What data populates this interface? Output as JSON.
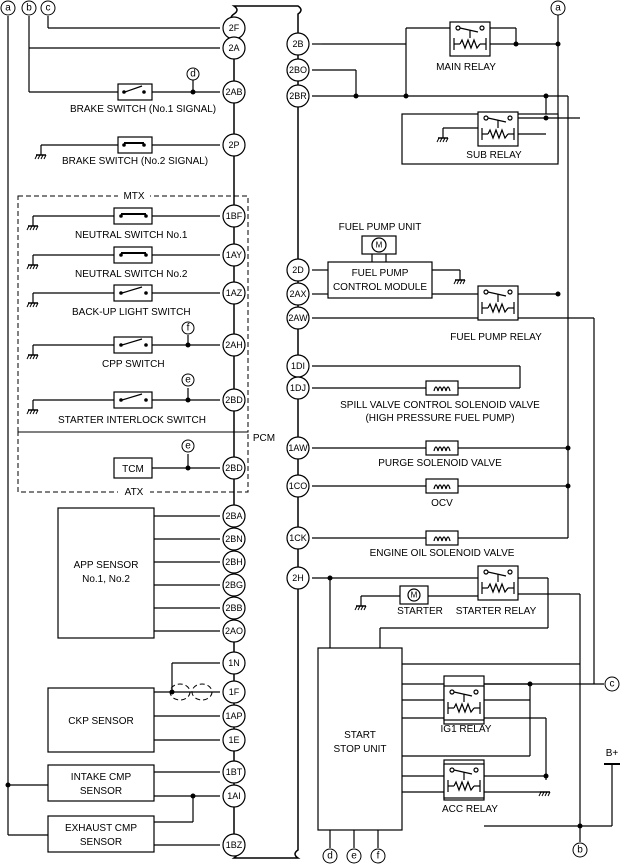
{
  "connectors_top": [
    "a",
    "b",
    "c"
  ],
  "connector_right_top": "a",
  "connector_right_c": "c",
  "connector_bottom": [
    "d",
    "e",
    "f"
  ],
  "connector_bottom_b": "b",
  "pcm_label": "PCM",
  "mtx_label": "MTX",
  "atx_label": "ATX",
  "pins_left": [
    "2F",
    "2A",
    "2AB",
    "2P",
    "1BF",
    "1AY",
    "1AZ",
    "2AH",
    "2BD",
    "2BD",
    "2BA",
    "2BN",
    "2BH",
    "2BG",
    "2BB",
    "2AO",
    "1N",
    "1F",
    "1AP",
    "1E",
    "1BT",
    "1AI",
    "1BZ"
  ],
  "pins_right": [
    "2B",
    "2BO",
    "2BR",
    "2D",
    "2AX",
    "2AW",
    "1DI",
    "1DJ",
    "1AW",
    "1CO",
    "1CK",
    "2H"
  ],
  "left_components": {
    "brake1": "BRAKE SWITCH (No.1 SIGNAL)",
    "brake2": "BRAKE SWITCH (No.2 SIGNAL)",
    "neutral1": "NEUTRAL SWITCH No.1",
    "neutral2": "NEUTRAL SWITCH No.2",
    "backup": "BACK-UP LIGHT SWITCH",
    "cpp": "CPP SWITCH",
    "starter_interlock": "STARTER INTERLOCK SWITCH",
    "tcm": "TCM",
    "app_sensor": [
      "APP SENSOR",
      "No.1, No.2"
    ],
    "ckp_sensor": "CKP SENSOR",
    "intake_cmp": [
      "INTAKE CMP",
      "SENSOR"
    ],
    "exhaust_cmp": [
      "EXHAUST CMP",
      "SENSOR"
    ]
  },
  "right_components": {
    "main_relay": "MAIN RELAY",
    "sub_relay": "SUB RELAY",
    "fuel_pump_unit": "FUEL PUMP UNIT",
    "fpcm": [
      "FUEL PUMP",
      "CONTROL MODULE"
    ],
    "fuel_pump_relay": "FUEL PUMP RELAY",
    "spill_valve": [
      "SPILL VALVE CONTROL SOLENOID VALVE",
      "(HIGH PRESSURE FUEL PUMP)"
    ],
    "purge": "PURGE SOLENOID VALVE",
    "ocv": "OCV",
    "engine_oil": "ENGINE OIL SOLENOID VALVE",
    "starter": "STARTER",
    "starter_relay": "STARTER RELAY",
    "start_stop": [
      "START",
      "STOP UNIT"
    ],
    "ig1_relay": "IG1 RELAY",
    "acc_relay": "ACC RELAY",
    "bplus": "B+"
  },
  "inline_connectors": {
    "d": "d",
    "f": "f",
    "e1": "e",
    "e2": "e"
  },
  "motor_symbol": "M"
}
